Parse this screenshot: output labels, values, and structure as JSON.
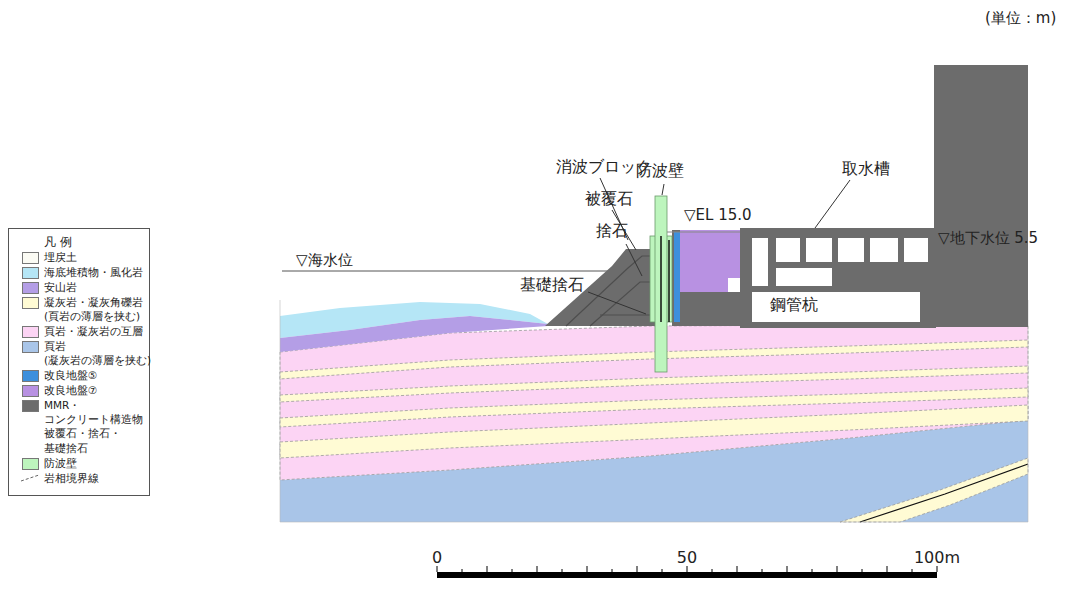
{
  "diagram": {
    "labels": [
      "(単位：m)",
      "凡 例",
      "防波壁",
      "消波ブロック",
      "▽EL 15.0",
      "被覆石",
      "取水槽",
      "捨石",
      "▽海水位",
      "▽地下水位 5.5",
      "基礎捨石",
      "鋼管杭",
      "0",
      "50",
      "100m"
    ],
    "legend": [
      {
        "text": "埋戻土",
        "color": "#fbfbf4"
      },
      {
        "text": "海底堆積物・風化岩",
        "color": "#b5e6f6"
      },
      {
        "text": "安山岩",
        "color": "#b49ee6"
      },
      {
        "text": "凝灰岩・凝灰角礫岩 (頁岩の薄層を挟む)",
        "color": "#fffbd4"
      },
      {
        "text": "頁岩・凝灰岩の互層",
        "color": "#fcd4f4"
      },
      {
        "text": "頁岩 (凝灰岩の薄層を挟む)",
        "color": "#a9c5e8"
      },
      {
        "text": "改良地盤⑤",
        "color": "#3d8fdc"
      },
      {
        "text": "改良地盤⑦",
        "color": "#b891e2"
      },
      {
        "text": "MMR・コンクリート構造物 被覆石・捨石・基礎捨石",
        "color": "#6c6c6c"
      },
      {
        "text": "防波壁",
        "color": "#bdf5bd"
      },
      {
        "text": "岩相境界線"
      }
    ]
  }
}
